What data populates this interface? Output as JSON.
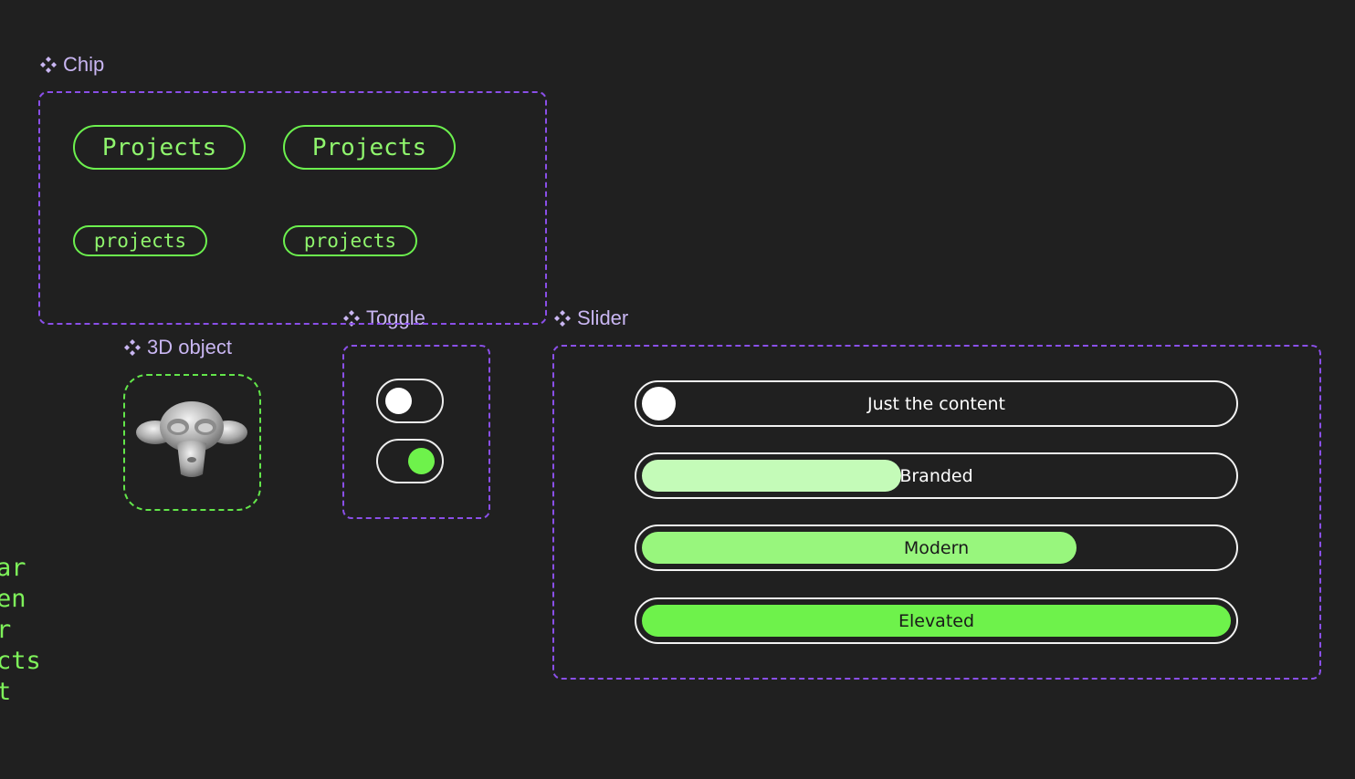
{
  "sections": {
    "chip": {
      "title": "Chip"
    },
    "toggle": {
      "title": "Toggle"
    },
    "slider": {
      "title": "Slider"
    },
    "object3d": {
      "title": "3D object"
    }
  },
  "chips": {
    "large": [
      "Projects",
      "Projects"
    ],
    "small": [
      "projects",
      "projects"
    ]
  },
  "toggles": [
    {
      "state": "off"
    },
    {
      "state": "on"
    }
  ],
  "sliders": [
    {
      "label": "Just the content",
      "value": 0.0
    },
    {
      "label": "Branded",
      "value": 0.44
    },
    {
      "label": "Modern",
      "value": 0.73
    },
    {
      "label": "Elevated",
      "value": 1.0
    }
  ],
  "side_text": [
    "ar",
    "en",
    "r",
    "cts",
    "t"
  ],
  "colors": {
    "background": "#202020",
    "frame_purple": "#8a4fe8",
    "frame_green": "#63e64a",
    "label_purple": "#c9b6f2",
    "chip_green": "#6cf04e",
    "branded_fill": "#c4fbb8",
    "modern_fill": "#98f67d",
    "elevated_fill": "#6ef24b",
    "toggle_on_knob": "#6ef24b"
  },
  "icons": {
    "section_icon": "component-diamond-icon",
    "object_icon": "monkey-head-icon"
  }
}
